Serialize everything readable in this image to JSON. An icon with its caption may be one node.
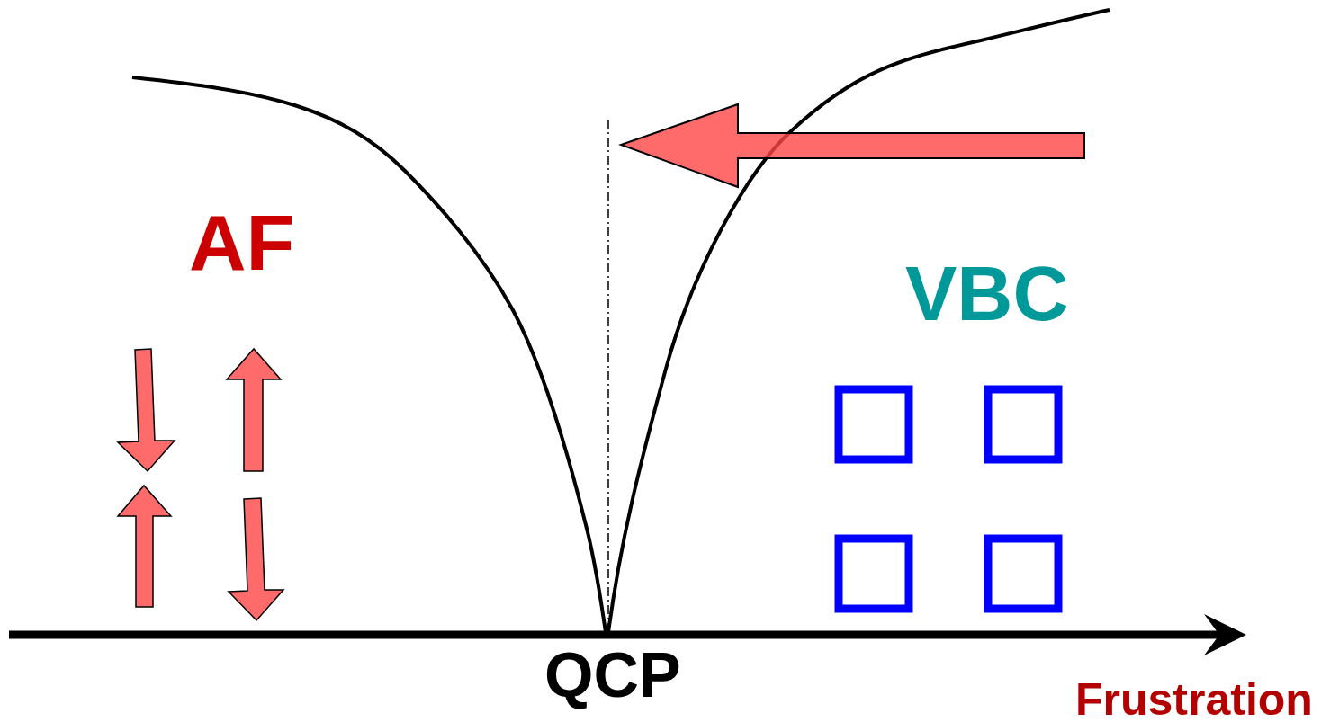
{
  "diagram": {
    "labels": [
      "AF",
      "VBC",
      "QCP",
      "Frustration"
    ]
  }
}
